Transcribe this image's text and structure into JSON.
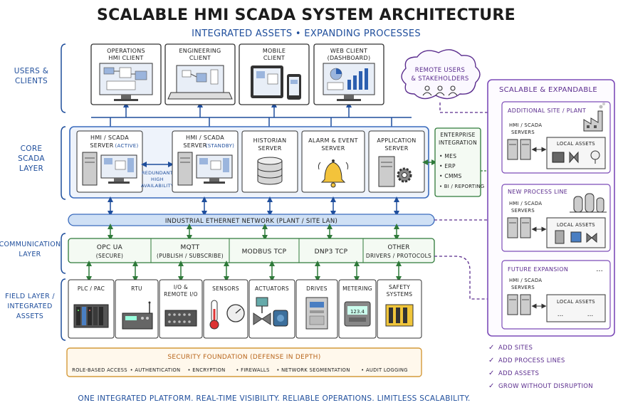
{
  "title": "Scalable HMI SCADA System Architecture",
  "subtitle": "Integrated Assets • Expanding Processes",
  "layers": {
    "users": [
      "Users &",
      "Clients"
    ],
    "core": [
      "Core",
      "SCADA",
      "Layer"
    ],
    "communication": [
      "Communication",
      "Layer"
    ],
    "field": [
      "Field Layer /",
      "Integrated",
      "Assets"
    ]
  },
  "clients": [
    {
      "line1": "Operations",
      "line2": "HMI Client"
    },
    {
      "line1": "Engineering",
      "line2": "Client"
    },
    {
      "line1": "Mobile",
      "line2": "Client"
    },
    {
      "line1": "Web Client",
      "line2": "(Dashboard)"
    }
  ],
  "remote": {
    "line1": "Remote Users",
    "line2": "& Stakeholders"
  },
  "core": [
    {
      "line1": "HMI / SCADA",
      "line2": "Server",
      "tag": "(Active)"
    },
    {
      "line1": "HMI / SCADA",
      "line2": "Server",
      "tag": "(Standby)"
    },
    {
      "line1": "Historian",
      "line2": "Server"
    },
    {
      "line1": "Alarm & Event",
      "line2": "Server"
    },
    {
      "line1": "Application",
      "line2": "Server"
    }
  ],
  "redundant": [
    "Redundant",
    "High",
    "Availability"
  ],
  "enterprise": {
    "title": [
      "Enterprise",
      "Integration"
    ],
    "items": [
      "• MES",
      "• ERP",
      "• CMMS",
      "• BI / Reporting"
    ]
  },
  "network": "Industrial Ethernet Network (Plant / Site LAN)",
  "protocols": [
    {
      "line1": "OPC UA",
      "line2": "(Secure)"
    },
    {
      "line1": "MQTT",
      "line2": "(Publish / Subscribe)"
    },
    {
      "line1": "Modbus TCP"
    },
    {
      "line1": "DNP3 TCP"
    },
    {
      "line1": "Other",
      "line2": "Drivers / Protocols"
    }
  ],
  "field": [
    {
      "line1": "PLC / PAC"
    },
    {
      "line1": "RTU"
    },
    {
      "line1": "I/O &",
      "line2": "Remote I/O"
    },
    {
      "line1": "Sensors"
    },
    {
      "line1": "Actuators"
    },
    {
      "line1": "Drives"
    },
    {
      "line1": "Metering",
      "display": "123.4"
    },
    {
      "line1": "Safety",
      "line2": "Systems"
    }
  ],
  "security": {
    "title": "Security Foundation (Defense in Depth)",
    "items": [
      "Role-Based Access",
      "• Authentication",
      "• Encryption",
      "• Firewalls",
      "• Network Segmentation",
      "• Audit Logging"
    ]
  },
  "tagline": "One Integrated Platform.  Real-Time Visibility.  Reliable Operations.  Limitless Scalability.",
  "scalable": {
    "title": "Scalable & Expandable",
    "sites": [
      {
        "title": "Additional Site / Plant",
        "servers": [
          "HMI / SCADA",
          "Servers"
        ],
        "assets": "Local Assets"
      },
      {
        "title": "New Process Line",
        "servers": [
          "HMI / SCADA",
          "Servers"
        ],
        "assets": "Local Assets"
      },
      {
        "title": "Future Expansion",
        "more": "...",
        "servers": [
          "HMI / SCADA",
          "Servers"
        ],
        "assets": "Local Assets",
        "assets_more": "..."
      }
    ]
  },
  "checks": {
    "mark": "✓",
    "items": [
      "Add Sites",
      "Add Process Lines",
      "Add Assets",
      "Grow Without Disruption"
    ]
  },
  "colors": {
    "accent_blue": "#1f4e9c",
    "accent_green": "#2f7a3a",
    "accent_purple": "#5b2d8e",
    "accent_orange": "#b8651b"
  }
}
